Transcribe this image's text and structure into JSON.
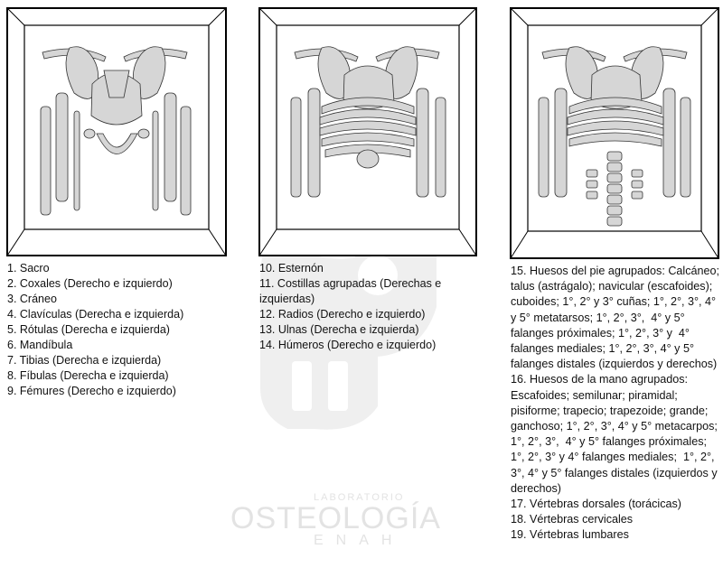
{
  "legends": {
    "panel1": [
      "1. Sacro",
      "2. Coxales (Derecho e izquierdo)",
      "3. Cráneo",
      "4. Clavículas (Derecha e izquierda)",
      "5. Rótulas (Derecha e izquierda)",
      "6. Mandíbula",
      "7. Tibias (Derecha e izquierda)",
      "8. Fíbulas (Derecha e izquierda)",
      "9. Fémures (Derecho e izquierdo)"
    ],
    "panel2": [
      "10. Esternón",
      "11. Costillas agrupadas (Derechas e izquierdas)",
      "12. Radios (Derecho e izquierdo)",
      "13. Ulnas (Derecha e izquierda)",
      "14. Húmeros (Derecho e izquierdo)"
    ],
    "panel3": [
      "15. Huesos del pie agrupados: Calcáneo; talus (astrágalo); navicular (escafoides); cuboides; 1°, 2° y 3° cuñas; 1°, 2°, 3°, 4° y 5° metatarsos; 1°, 2°, 3°,  4° y 5°  falanges próximales; 1°, 2°, 3° y  4° falanges mediales; 1°, 2°, 3°, 4° y 5° falanges distales (izquierdos y derechos)",
      "16. Huesos de la mano agrupados: Escafoides; semilunar; piramidal; pisiforme; trapecio; trapezoide; grande; ganchoso; 1°, 2°, 3°, 4° y 5° metacarpos; 1°, 2°, 3°,  4° y 5° falanges próximales; 1°, 2°, 3° y 4° falanges mediales;  1°, 2°, 3°, 4° y 5° falanges distales (izquierdos y derechos)",
      "17. Vértebras dorsales (torácicas)",
      "18. Vértebras cervicales",
      "19. Vértebras lumbares"
    ]
  },
  "watermark": {
    "line1": "LABORATORIO",
    "line2": "OSTEOLOGÍA",
    "line3": "ENAH"
  }
}
